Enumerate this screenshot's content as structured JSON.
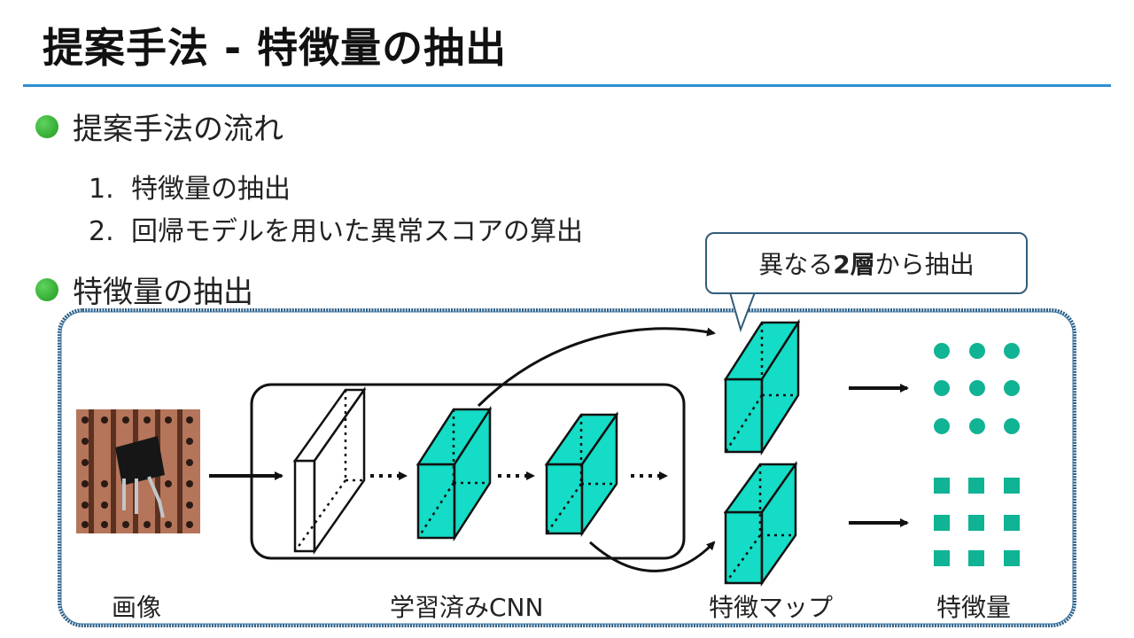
{
  "slide": {
    "title": "提案手法 - 特徴量の抽出",
    "bullets": [
      {
        "text": "提案手法の流れ"
      },
      {
        "text": "特徴量の抽出"
      }
    ],
    "steps": [
      {
        "num": "1.",
        "text": "特徴量の抽出"
      },
      {
        "num": "2.",
        "text": "回帰モデルを用いた異常スコアの算出"
      }
    ]
  },
  "callout": {
    "prefix": "異なる",
    "emphasis": "2層",
    "suffix": "から抽出"
  },
  "diagram": {
    "labels": {
      "image": "画像",
      "cnn": "学習済みCNN",
      "feature_map": "特徴マップ",
      "feature": "特徴量"
    },
    "colors": {
      "teal": "#14dcc6",
      "dot_teal": "#10b393",
      "frame_blue": "#2c5f87",
      "bullet_green": "#2fb52f",
      "rule_blue": "#2a8fd6"
    }
  }
}
